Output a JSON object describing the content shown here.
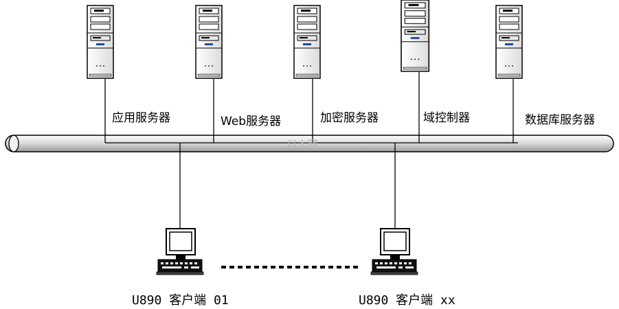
{
  "bus": {
    "label": "以太网"
  },
  "servers": [
    {
      "label": "应用服务器"
    },
    {
      "label": "Web服务器"
    },
    {
      "label": "加密服务器"
    },
    {
      "label": "域控制器"
    },
    {
      "label": "数据库服务器"
    }
  ],
  "clients": [
    {
      "label": "U890 客户端 01"
    },
    {
      "label": "U890 客户端 xx"
    }
  ],
  "icons": {
    "server": "server-tower-icon",
    "client": "desktop-computer-icon"
  }
}
